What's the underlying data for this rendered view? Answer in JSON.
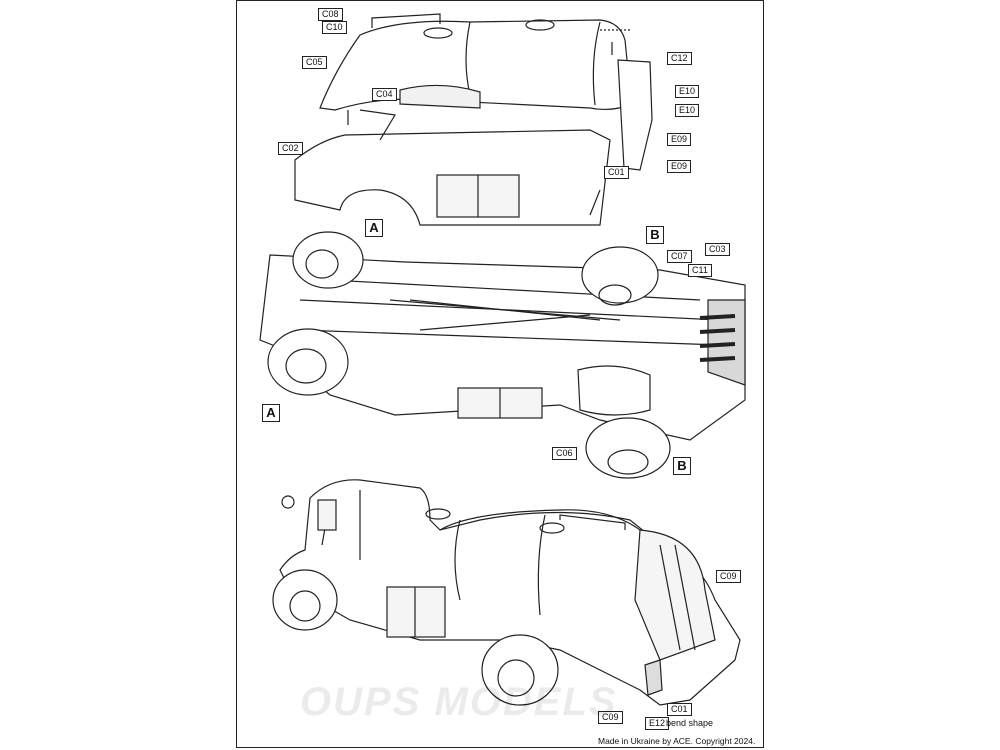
{
  "parts": {
    "c08": "C08",
    "c10": "C10",
    "c05": "C05",
    "c04": "C04",
    "c12": "C12",
    "e10a": "E10",
    "e10b": "E10",
    "e09a": "E09",
    "e09b": "E09",
    "c02": "C02",
    "c01": "C01",
    "c07": "C07",
    "c03": "C03",
    "c11": "C11",
    "c06": "C06",
    "c09a": "C09",
    "c09b": "C09",
    "c01b": "C01",
    "e12": "E12"
  },
  "subassemblies": {
    "a_top": "A",
    "a_bottom": "A",
    "b_top": "B",
    "b_bottom": "B"
  },
  "bend_note": "bend  shape",
  "footer": "Made in Ukraine by ACE. Copyright 2024.",
  "watermark": "OUPS MODELS",
  "colors": {
    "line": "#222222",
    "paper": "#ffffff",
    "shade": "#e6e6e6"
  }
}
